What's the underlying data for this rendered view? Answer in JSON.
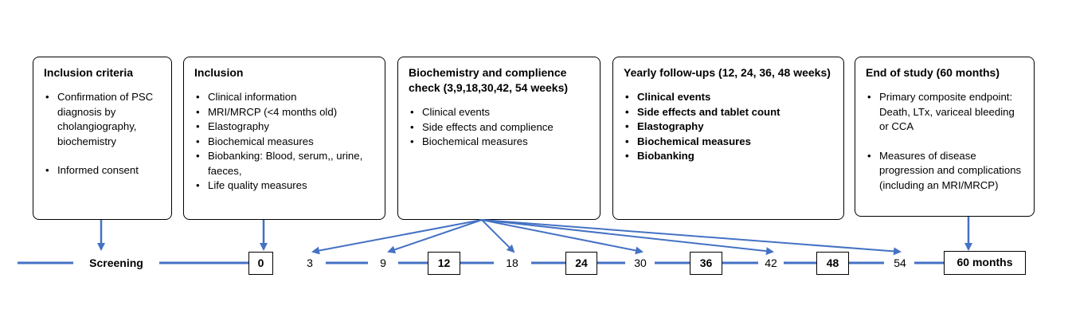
{
  "boxes": {
    "inclusion_criteria": {
      "title": "Inclusion criteria",
      "items": [
        "Confirmation of PSC diagnosis by cholangiography, biochemistry",
        "Informed consent"
      ]
    },
    "inclusion": {
      "title": "Inclusion",
      "items": [
        "Clinical information",
        "MRI/MRCP (<4 months old)",
        "Elastography",
        "Biochemical measures",
        "Biobanking: Blood, serum,, urine, faeces,",
        "Life quality measures"
      ]
    },
    "biochemistry": {
      "title": "Biochemistry and complience check (3,9,18,30,42, 54 weeks)",
      "items": [
        "Clinical events",
        "Side effects and complience",
        "Biochemical measures"
      ]
    },
    "yearly": {
      "title": "Yearly follow-ups (12, 24, 36, 48 weeks)",
      "items": [
        "Clinical events",
        "Side effects and tablet count",
        "Elastography",
        "Biochemical measures",
        "Biobanking"
      ]
    },
    "end_of_study": {
      "title": "End of study (60 months)",
      "items": [
        "Primary composite endpoint: Death, LTx, variceal bleeding or CCA",
        "Measures of disease progression and complications (including an MRI/MRCP)"
      ]
    }
  },
  "timeline": {
    "screening": "Screening",
    "marks": [
      "0",
      "3",
      "9",
      "12",
      "18",
      "24",
      "30",
      "36",
      "42",
      "48",
      "54"
    ],
    "end": "60 months"
  },
  "colors": {
    "arrow": "#4472C4",
    "border": "#000000"
  }
}
